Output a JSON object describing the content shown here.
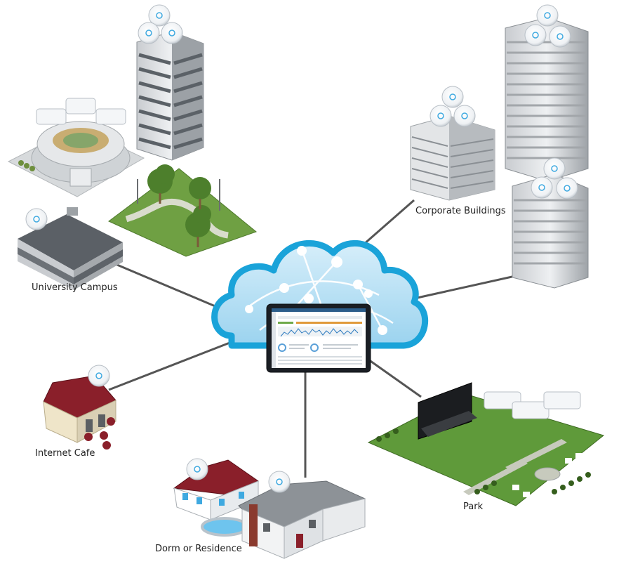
{
  "labels": {
    "university": "University Campus",
    "corporate": "Corporate Buildings",
    "cafe": "Internet Cafe",
    "dorm": "Dorm or Residence",
    "park": "Park"
  },
  "colors": {
    "connector": "#555555",
    "cloud": "#a9dbf2",
    "cloud_outline": "#1aa3d9",
    "ap_glow": "#3fa9e0",
    "grass": "#5f9a3a",
    "roof_red": "#8a1f2a",
    "building_gray": "#8f9398"
  },
  "icons": {
    "access_point": "access-point-icon",
    "cloud": "cloud-icon",
    "tablet": "tablet-icon"
  }
}
